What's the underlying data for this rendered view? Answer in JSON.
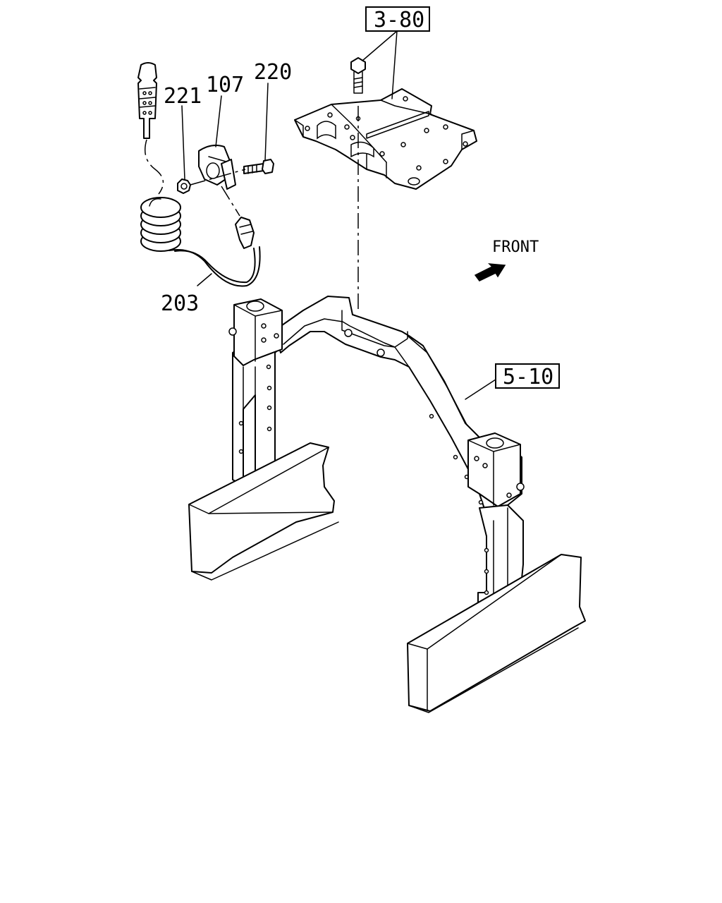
{
  "callouts": {
    "ref_top": "3-80",
    "ref_frame": "5-10",
    "part_220": "220",
    "part_107": "107",
    "part_221": "221",
    "part_203": "203"
  },
  "direction": {
    "label": "FRONT"
  }
}
